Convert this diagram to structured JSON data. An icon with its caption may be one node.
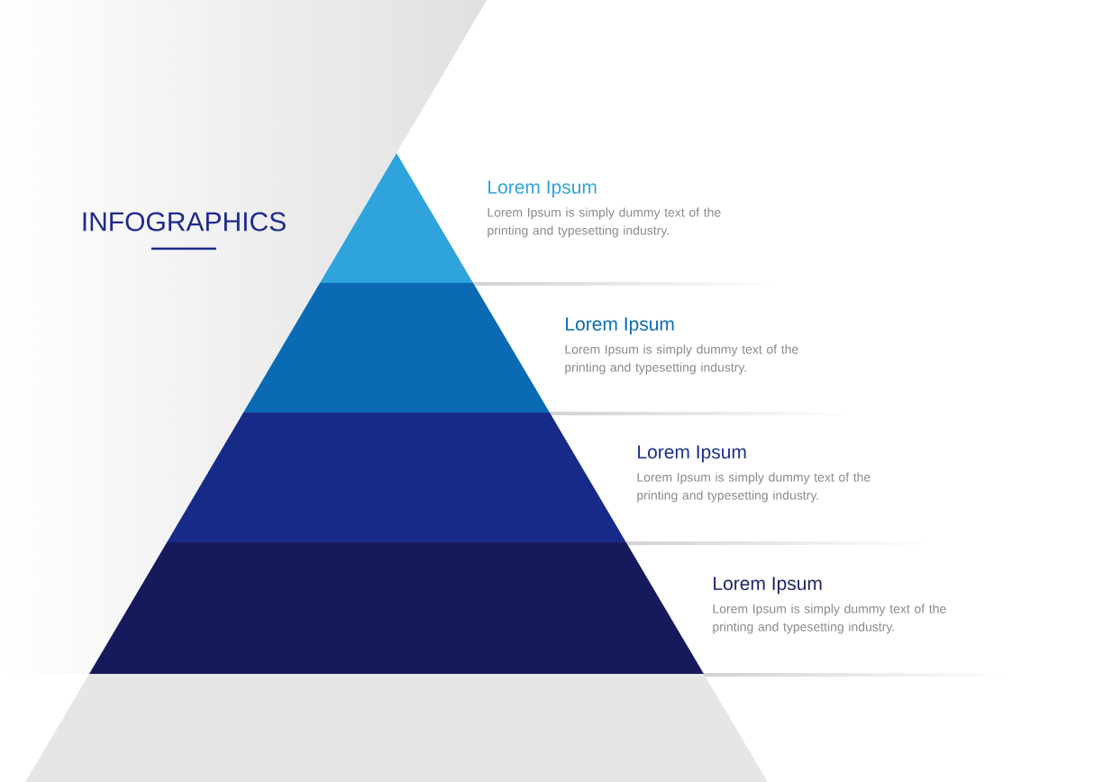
{
  "diagram": {
    "title": "INFOGRAPHICS",
    "nodes": [
      {
        "text": [
          "Lorem Ipsum",
          "Lorem Ipsum is simply dummy text of the printing and typesetting industry."
        ]
      },
      {
        "text": [
          "Lorem Ipsum",
          "Lorem Ipsum is simply dummy text of the printing and typesetting industry."
        ]
      },
      {
        "text": [
          "Lorem Ipsum",
          "Lorem Ipsum is simply dummy text of the printing and typesetting industry."
        ]
      },
      {
        "text": [
          "Lorem Ipsum",
          "Lorem Ipsum is simply dummy text of the printing and typesetting industry."
        ]
      },
      {
        "text": [],
        "shape": "band"
      }
    ]
  }
}
